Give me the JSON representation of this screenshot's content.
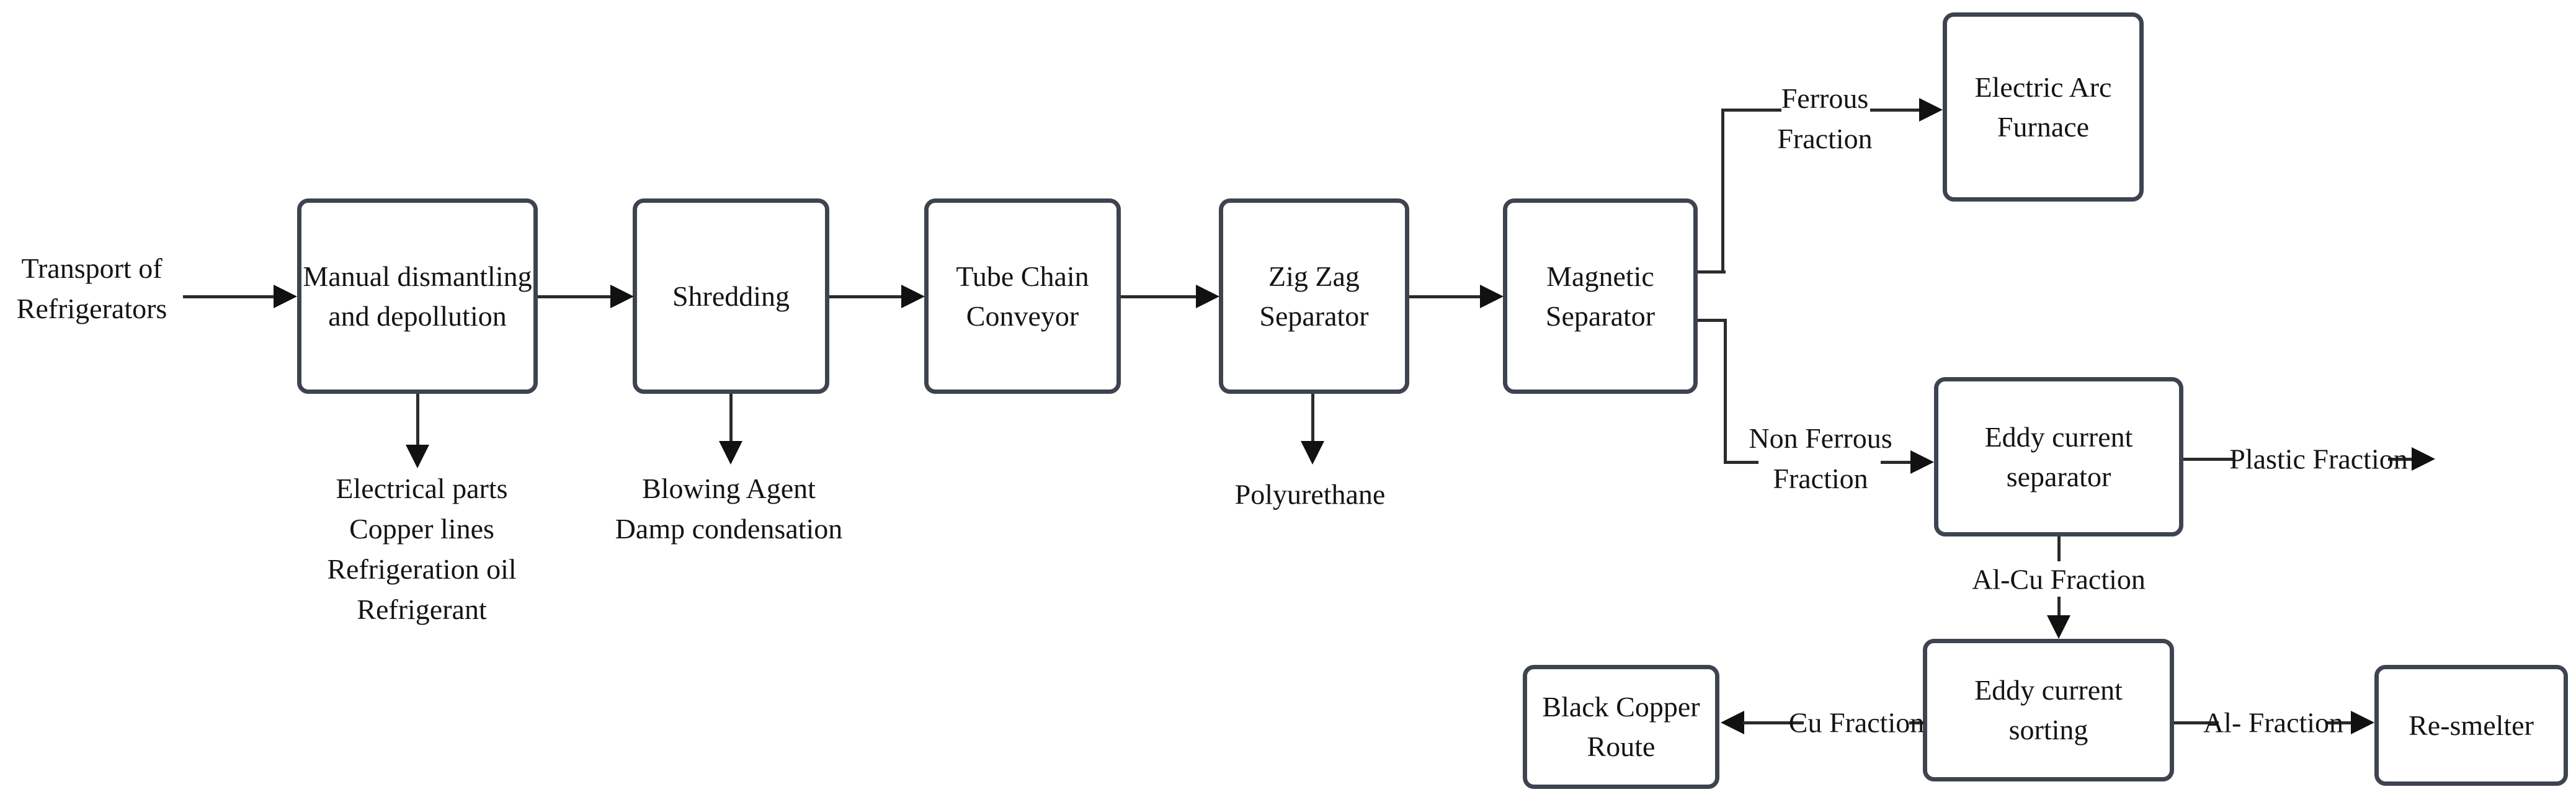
{
  "diagram": {
    "type": "process-flowchart",
    "subject": "Refrigerator recycling process flow",
    "colors": {
      "background": "#ffffff",
      "box_border": "#3d4450",
      "box_fill": "#ffffff",
      "line": "#2b2b2b",
      "arrowhead": "#111111",
      "text": "#141414"
    },
    "nodes": {
      "manual": {
        "lines": [
          "Manual dismantling",
          "and depollution"
        ]
      },
      "shredding": {
        "lines": [
          "Shredding"
        ]
      },
      "tube_chain": {
        "lines": [
          "Tube Chain",
          "Conveyor"
        ]
      },
      "zig_zag": {
        "lines": [
          "Zig Zag",
          "Separator"
        ]
      },
      "magnetic": {
        "lines": [
          "Magnetic",
          "Separator"
        ]
      },
      "eaf": {
        "lines": [
          "Electric Arc",
          "Furnace"
        ]
      },
      "eddy_separator": {
        "lines": [
          "Eddy current",
          "separator"
        ]
      },
      "eddy_sorting": {
        "lines": [
          "Eddy current",
          "sorting"
        ]
      },
      "black_copper": {
        "lines": [
          "Black Copper",
          "Route"
        ]
      },
      "resmelter": {
        "lines": [
          "Re-smelter"
        ]
      }
    },
    "terminals": {
      "transport": {
        "lines": [
          "Transport of",
          "Refrigerators"
        ]
      }
    },
    "outputs": {
      "manual_out": {
        "lines": [
          "Electrical parts",
          "Copper lines",
          "Refrigeration oil",
          "Refrigerant"
        ]
      },
      "shredding_out": {
        "lines": [
          "Blowing Agent",
          "Damp condensation"
        ]
      },
      "zig_zag_out": {
        "lines": [
          "Polyurethane"
        ]
      }
    },
    "edge_labels": {
      "ferrous": {
        "lines": [
          "Ferrous",
          "Fraction"
        ]
      },
      "non_ferrous": {
        "lines": [
          "Non Ferrous",
          "Fraction"
        ]
      },
      "plastic": "Plastic Fraction",
      "al_cu": "Al-Cu Fraction",
      "cu": "Cu Fraction",
      "al": "Al- Fraction"
    }
  }
}
